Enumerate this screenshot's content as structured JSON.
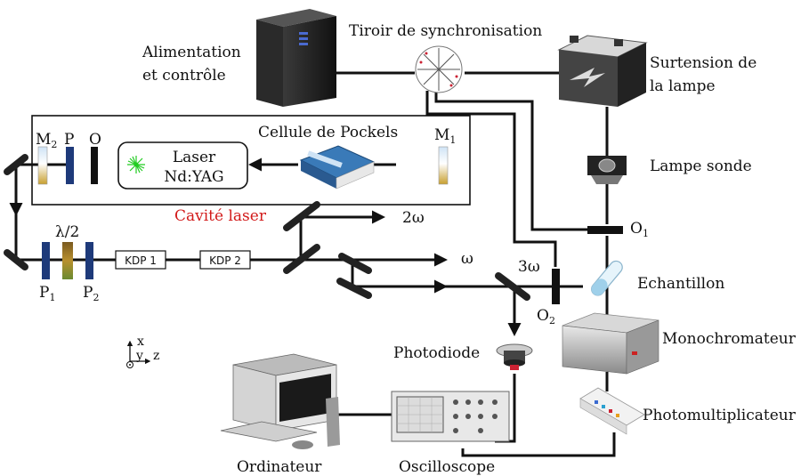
{
  "labels": {
    "alimentation_l1": "Alimentation",
    "alimentation_l2": "et contrôle",
    "tiroir": "Tiroir de synchronisation",
    "surtension_l1": "Surtension de",
    "surtension_l2": "la lampe",
    "pockels": "Cellule de Pockels",
    "m1": "M",
    "m1_sub": "1",
    "m2": "M",
    "m2_sub": "2",
    "p": "P",
    "o": "O",
    "laser_l1": "Laser",
    "laser_l2": "Nd:YAG",
    "lampe_sonde": "Lampe sonde",
    "cavite": "Cavité laser",
    "two_omega": "2ω",
    "omega": "ω",
    "three_omega": "3ω",
    "o1": "O",
    "o1_sub": "1",
    "o2": "O",
    "o2_sub": "2",
    "lambda2": "λ/2",
    "p1": "P",
    "p1_sub": "1",
    "p2": "P",
    "p2_sub": "2",
    "kdp1": "KDP 1",
    "kdp2": "KDP 2",
    "echantillon": "Echantillon",
    "monochromateur": "Monochromateur",
    "photodiode": "Photodiode",
    "photomultiplicateur": "Photomultiplicateur",
    "ordinateur": "Ordinateur",
    "oscilloscope": "Oscilloscope",
    "axis_x": "x",
    "axis_y": "y",
    "axis_z": "z"
  },
  "colors": {
    "cavity_label": "#d21a1a",
    "laser_spark": "#22cc22",
    "polarizer_blue": "#1e3a7a",
    "waveplate": "#a0782a"
  }
}
